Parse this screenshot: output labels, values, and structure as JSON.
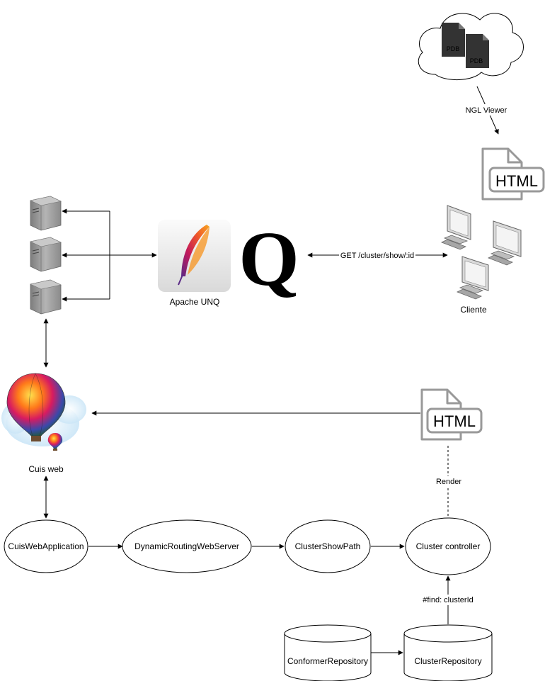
{
  "labels": {
    "apache": "Apache UNQ",
    "q_logo": "Q",
    "client": "Cliente",
    "cuis_web": "Cuis web",
    "ngl": "NGL Viewer",
    "get_route": "GET /cluster/show/:id",
    "render": "Render",
    "find": "#find: clusterId"
  },
  "files": {
    "pdb1": "PDB",
    "pdb2": "PDB",
    "html_top": "HTML",
    "html_mid": "HTML"
  },
  "nodes": {
    "cuis_web_application": "CuisWebApplication",
    "dynamic_routing_web_server": "DynamicRoutingWebServer",
    "cluster_show_path": "ClusterShowPath",
    "cluster_controller": "Cluster controller",
    "conformer_repository": "ConformerRepository",
    "cluster_repository": "ClusterRepository"
  }
}
